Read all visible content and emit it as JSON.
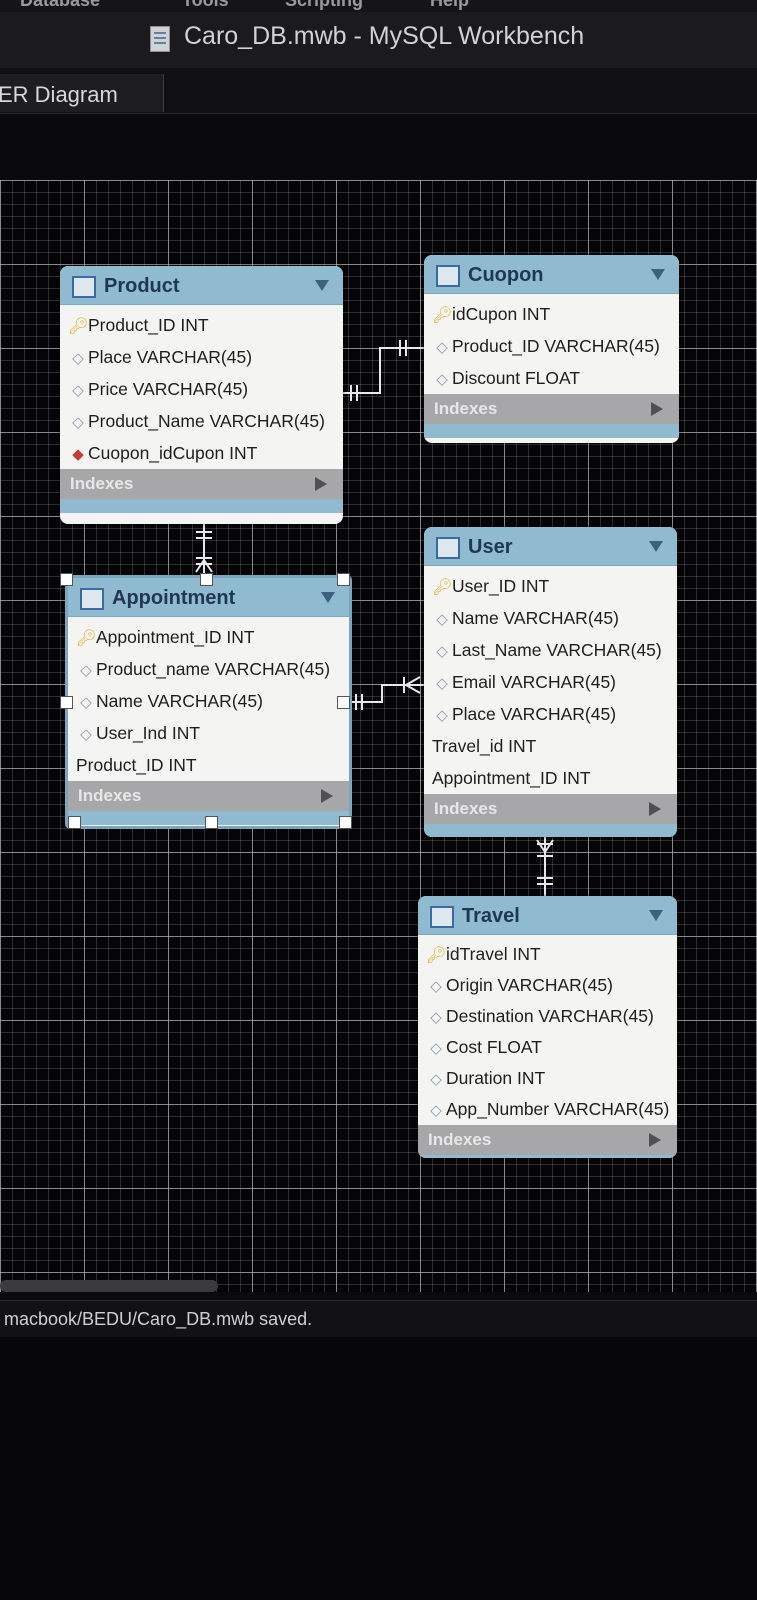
{
  "menubar": {
    "items": [
      "Database",
      "Tools",
      "Scripting",
      "Help"
    ]
  },
  "window": {
    "title": "Caro_DB.mwb - MySQL Workbench"
  },
  "tabs": [
    {
      "label": "ER Diagram"
    }
  ],
  "diagram": {
    "tables": [
      {
        "id": "product",
        "name": "Product",
        "columns": [
          {
            "text": "Product_ID INT",
            "icon": "primary-key-icon"
          },
          {
            "text": "Place VARCHAR(45)",
            "icon": "column-diamond-icon"
          },
          {
            "text": "Price VARCHAR(45)",
            "icon": "column-diamond-icon"
          },
          {
            "text": "Product_Name VARCHAR(45)",
            "icon": "column-diamond-icon"
          },
          {
            "text": "Cuopon_idCupon INT",
            "icon": "foreign-key-diamond-icon"
          }
        ],
        "indexes_label": "Indexes"
      },
      {
        "id": "cuopon",
        "name": "Cuopon",
        "columns": [
          {
            "text": "idCupon INT",
            "icon": "primary-key-icon"
          },
          {
            "text": "Product_ID VARCHAR(45)",
            "icon": "column-diamond-icon"
          },
          {
            "text": "Discount FLOAT",
            "icon": "column-diamond-icon"
          }
        ],
        "indexes_label": "Indexes"
      },
      {
        "id": "appointment",
        "name": "Appointment",
        "columns": [
          {
            "text": "Appointment_ID INT",
            "icon": "primary-key-icon"
          },
          {
            "text": "Product_name VARCHAR(45)",
            "icon": "column-diamond-icon"
          },
          {
            "text": "Name VARCHAR(45)",
            "icon": "column-diamond-icon"
          },
          {
            "text": "User_Ind INT",
            "icon": "column-diamond-icon"
          },
          {
            "text": "Product_ID INT",
            "icon": ""
          }
        ],
        "indexes_label": "Indexes"
      },
      {
        "id": "user",
        "name": "User",
        "columns": [
          {
            "text": "User_ID INT",
            "icon": "primary-key-icon"
          },
          {
            "text": "Name VARCHAR(45)",
            "icon": "column-diamond-icon"
          },
          {
            "text": "Last_Name VARCHAR(45)",
            "icon": "column-diamond-icon"
          },
          {
            "text": "Email VARCHAR(45)",
            "icon": "column-diamond-icon"
          },
          {
            "text": "Place VARCHAR(45)",
            "icon": "column-diamond-icon"
          },
          {
            "text": "Travel_id INT",
            "icon": ""
          },
          {
            "text": "Appointment_ID INT",
            "icon": ""
          }
        ],
        "indexes_label": "Indexes"
      },
      {
        "id": "travel",
        "name": "Travel",
        "columns": [
          {
            "text": "idTravel INT",
            "icon": "primary-key-icon"
          },
          {
            "text": "Origin VARCHAR(45)",
            "icon": "column-diamond-icon"
          },
          {
            "text": "Destination VARCHAR(45)",
            "icon": "column-diamond-icon"
          },
          {
            "text": "Cost FLOAT",
            "icon": "column-diamond-icon"
          },
          {
            "text": "Duration INT",
            "icon": "column-diamond-icon"
          },
          {
            "text": "App_Number VARCHAR(45)",
            "icon": "column-diamond-icon"
          }
        ],
        "indexes_label": "Indexes"
      }
    ]
  },
  "status": {
    "message": "macbook/BEDU/Caro_DB.mwb saved."
  },
  "colors": {
    "header_blue": "#8fbad0",
    "indexes_gray": "#a7a7a9",
    "primary_key": "#e0b12a",
    "foreign_key": "#c53a3a"
  }
}
